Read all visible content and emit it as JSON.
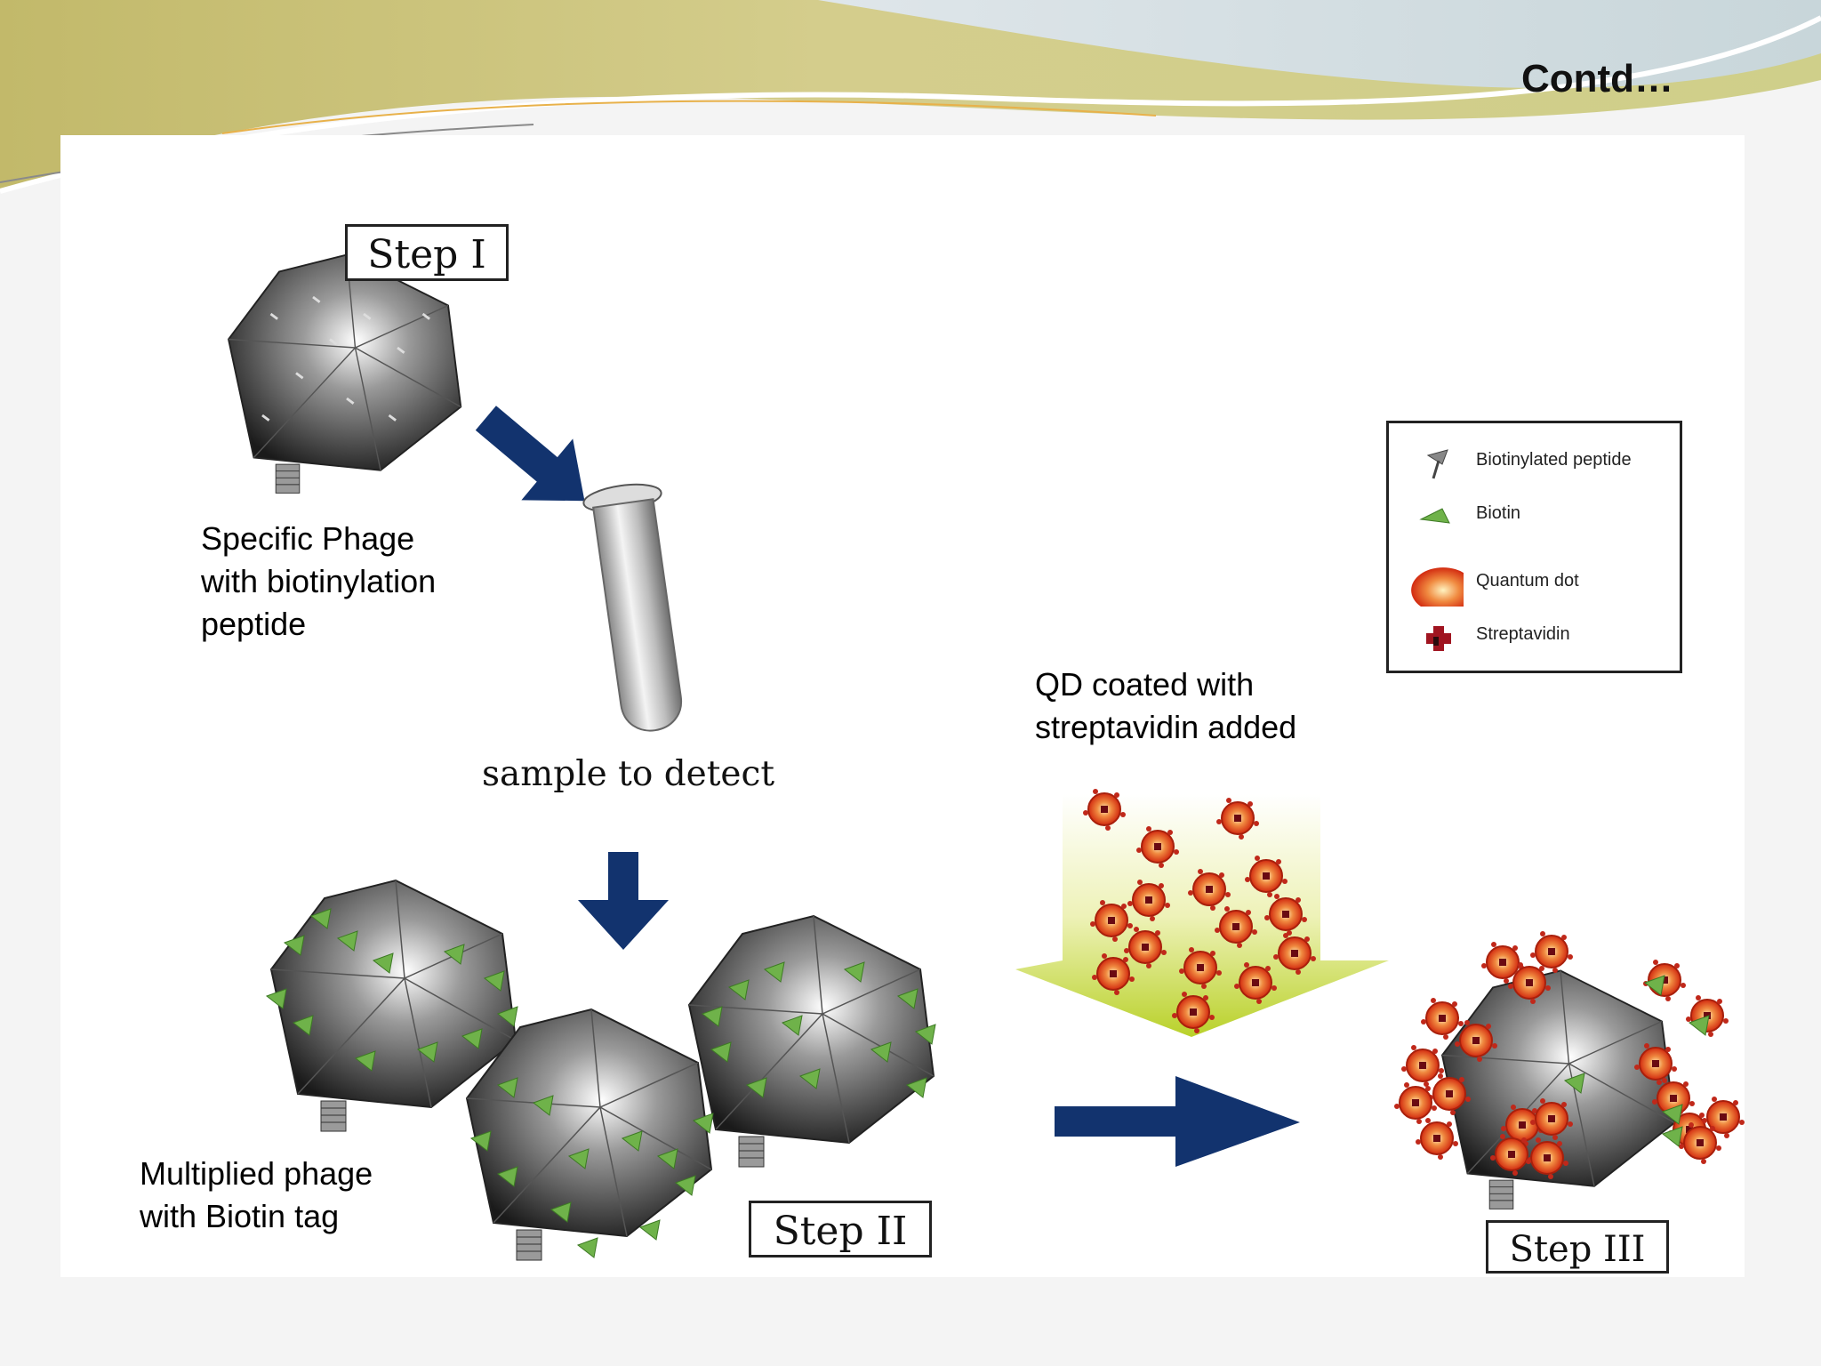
{
  "slide": {
    "title": "Contd…"
  },
  "steps": {
    "step1": "Step I",
    "step2": "Step II",
    "step3": "Step III"
  },
  "labels": {
    "phage_line1": "Specific Phage",
    "phage_line2": "with biotinylation",
    "phage_line3": "peptide",
    "sample": "sample to detect",
    "multiplied_line1": "Multiplied phage",
    "multiplied_line2": "with Biotin tag",
    "qd_line1": "QD coated with",
    "qd_line2": "streptavidin added"
  },
  "legend": {
    "items": [
      {
        "label": "Biotinylated peptide",
        "icon": "biotinylated-peptide-icon"
      },
      {
        "label": "Biotin",
        "icon": "biotin-icon"
      },
      {
        "label": "Quantum dot",
        "icon": "quantum-dot-icon"
      },
      {
        "label": "Streptavidin",
        "icon": "streptavidin-icon"
      }
    ]
  },
  "colors": {
    "arrow": "#12336e",
    "biotin": "#6fb24a",
    "quantum_dot": "#e0401a",
    "streptavidin": "#a01420",
    "banner": "#c9c178"
  }
}
